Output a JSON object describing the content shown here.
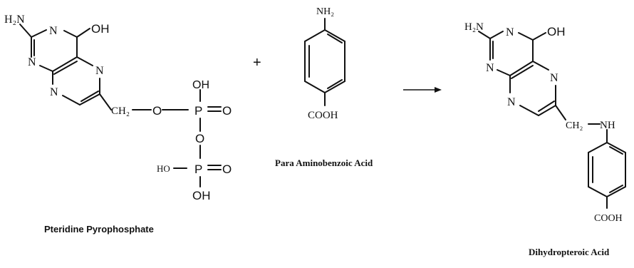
{
  "reactant1": {
    "caption": "Pteridine Pyrophosphate",
    "atoms": {
      "h2n": "H₂N",
      "n1": "N",
      "oh": "OH",
      "n2": "N",
      "n3": "N",
      "n4": "N",
      "ch2": "CH₂",
      "o1": "O",
      "p1": "P",
      "oh_top": "OH",
      "o_dbl1": "O",
      "o_bridge": "O",
      "ho": "HO",
      "p2": "P",
      "o_dbl2": "O",
      "oh_bottom": "OH"
    }
  },
  "plus_sign": "+",
  "reactant2": {
    "caption": "Para Aminobenzoic Acid",
    "atoms": {
      "nh2": "NH₂",
      "cooh": "COOH"
    }
  },
  "arrow_label": "",
  "product": {
    "caption": "Dihydropteroic Acid",
    "atoms": {
      "h2n": "H₂N",
      "n1": "N",
      "oh": "OH",
      "n2": "N",
      "n3": "N",
      "n4": "N",
      "ch2": "CH₂",
      "nh": "NH",
      "cooh": "COOH"
    }
  }
}
